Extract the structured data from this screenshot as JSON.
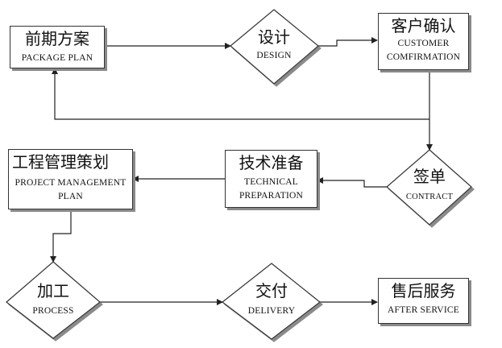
{
  "nodes": {
    "package_plan": {
      "zh": "前期方案",
      "en": "PACKAGE PLAN"
    },
    "design": {
      "zh": "设计",
      "en": "DESIGN"
    },
    "customer_confirmation": {
      "zh": "客户确认",
      "en_line1": "CUSTOMER",
      "en_line2": "COMFIRMATION"
    },
    "contract": {
      "zh": "签单",
      "en": "CONTRACT"
    },
    "technical_preparation": {
      "zh": "技术准备",
      "en_line1": "TECHNICAL",
      "en_line2": "PREPARATION"
    },
    "project_management_plan": {
      "zh": "工程管理策划",
      "en_line1": "PROJECT MANAGEMENT",
      "en_line2": "PLAN"
    },
    "process": {
      "zh": "加工",
      "en": "PROCESS"
    },
    "delivery": {
      "zh": "交付",
      "en": "DELIVERY"
    },
    "after_service": {
      "zh": "售后服务",
      "en": "AFTER SERVICE"
    }
  },
  "colors": {
    "line": "#222222",
    "box_border": "#333333",
    "shadow": "#8a8a8a"
  }
}
